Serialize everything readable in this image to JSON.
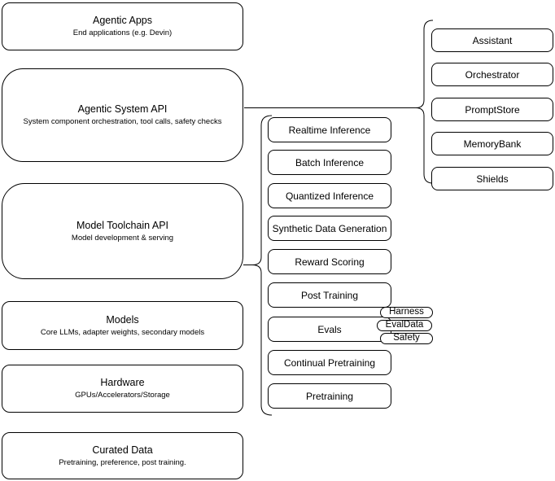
{
  "left_column": [
    {
      "title": "Agentic Apps",
      "subtitle": "End applications (e.g. Devin)"
    },
    {
      "title": "Agentic System API",
      "subtitle": "System component orchestration, tool calls, safety checks"
    },
    {
      "title": "Model Toolchain API",
      "subtitle": "Model development & serving"
    },
    {
      "title": "Models",
      "subtitle": "Core LLMs, adapter weights, secondary models"
    },
    {
      "title": "Hardware",
      "subtitle": "GPUs/Accelerators/Storage"
    },
    {
      "title": "Curated Data",
      "subtitle": "Pretraining, preference, post training."
    }
  ],
  "toolchain": {
    "items": [
      "Realtime Inference",
      "Batch Inference",
      "Quantized Inference",
      "Synthetic Data Generation",
      "Reward Scoring",
      "Post Training",
      "Evals",
      "Continual Pretraining",
      "Pretraining"
    ]
  },
  "eval_pills": [
    "Harness",
    "EvalData",
    "Safety"
  ],
  "system_components": [
    "Assistant",
    "Orchestrator",
    "PromptStore",
    "MemoryBank",
    "Shields"
  ],
  "colors": {
    "stroke": "#000000",
    "box_fill": "#ffffff",
    "text": "#000000",
    "background": "#ffffff"
  }
}
